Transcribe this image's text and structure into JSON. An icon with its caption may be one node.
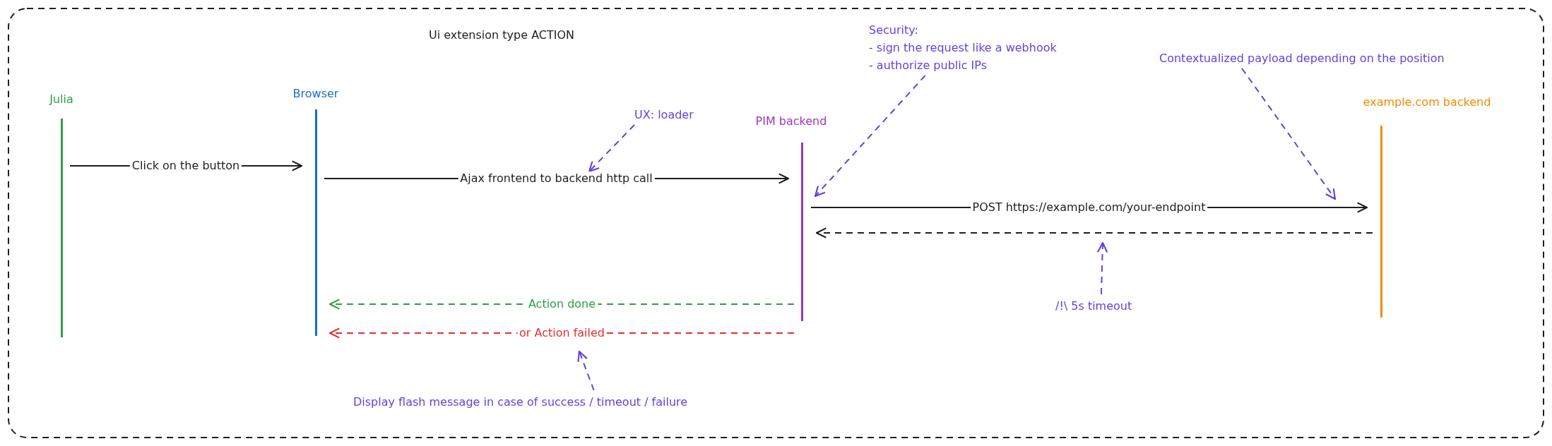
{
  "diagram": {
    "title": "Ui extension type ACTION",
    "nodes": [
      {
        "text": [
          "Julia"
        ]
      },
      {
        "text": [
          "Browser"
        ]
      },
      {
        "text": [
          "PIM backend"
        ]
      },
      {
        "text": [
          "example.com backend"
        ]
      },
      {
        "text": [
          "Security:",
          "- sign the request like a webhook",
          "- authorize public IPs"
        ]
      },
      {
        "text": [
          "Contextualized payload depending on the position"
        ]
      },
      {
        "text": [
          "UX: loader"
        ]
      },
      {
        "text": [
          "/!\\ 5s timeout"
        ]
      },
      {
        "text": [
          "Display flash message in case of success / timeout / failure"
        ]
      }
    ],
    "edges": [
      {
        "from": 0,
        "to": 1,
        "arrow": "to",
        "label": "Click on the button",
        "color": "#1e1e1e"
      },
      {
        "from": 1,
        "to": 2,
        "arrow": "to",
        "label": "Ajax frontend to backend http call",
        "color": "#1e1e1e"
      },
      {
        "from": 2,
        "to": 3,
        "arrow": "to",
        "label": "POST https://example.com/your-endpoint",
        "color": "#1e1e1e"
      },
      {
        "from": 3,
        "to": 2,
        "arrow": "to",
        "style": "dashed",
        "color": "#1e1e1e"
      },
      {
        "from": 2,
        "to": 1,
        "arrow": "to",
        "label": "Action done",
        "style": "dashed",
        "color": "#2f9e44"
      },
      {
        "from": 2,
        "to": 1,
        "arrow": "to",
        "label": "or Action failed",
        "style": "dashed",
        "color": "#e03131"
      },
      {
        "from": 4,
        "to": 2,
        "arrow": "to",
        "style": "dashed",
        "color": "#6741d9"
      },
      {
        "from": 5,
        "to": null,
        "arrow": "to",
        "style": "dashed",
        "color": "#6741d9"
      },
      {
        "from": 6,
        "to": null,
        "arrow": "to",
        "style": "dashed",
        "color": "#6741d9"
      },
      {
        "from": 7,
        "to": null,
        "arrow": "to",
        "style": "dashed",
        "color": "#6741d9"
      },
      {
        "from": 8,
        "to": null,
        "arrow": "to",
        "style": "dashed",
        "color": "#6741d9"
      }
    ]
  }
}
